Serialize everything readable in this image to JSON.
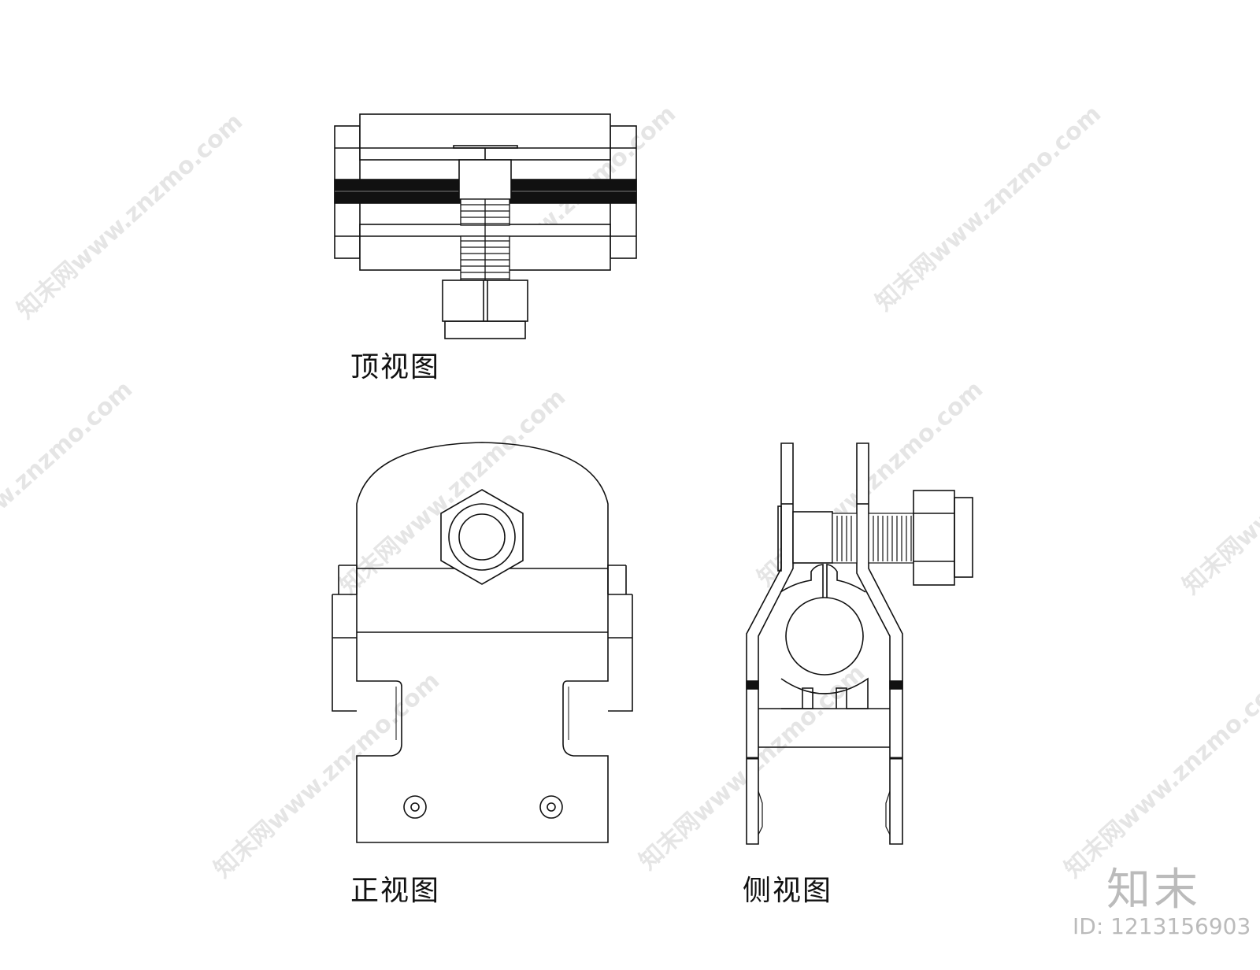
{
  "labels": {
    "top_view": "顶视图",
    "front_view": "正视图",
    "side_view": "侧视图"
  },
  "watermark": {
    "text": "知末网www.znzmo.com",
    "color": "#b4b4b4"
  },
  "logo": {
    "text": "知末",
    "id_text": "ID: 1213156903"
  },
  "colors": {
    "line": "#111111",
    "background": "#ffffff"
  }
}
